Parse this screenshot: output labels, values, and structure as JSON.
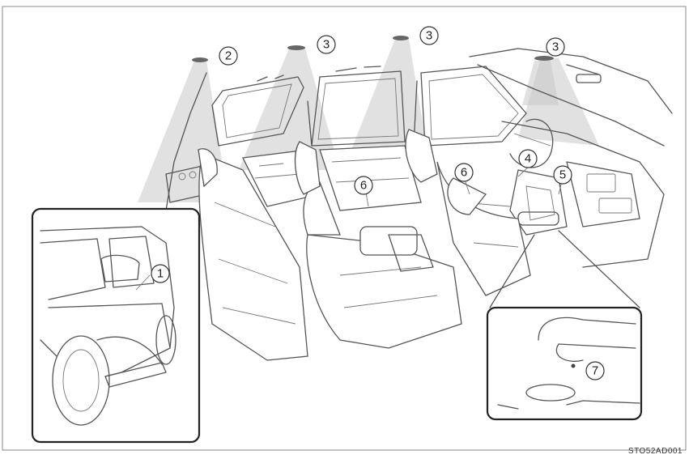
{
  "diagram": {
    "callouts": [
      {
        "id": "c1",
        "label": "1"
      },
      {
        "id": "c2",
        "label": "2"
      },
      {
        "id": "c3a",
        "label": "3"
      },
      {
        "id": "c3b",
        "label": "3"
      },
      {
        "id": "c3c",
        "label": "3"
      },
      {
        "id": "c4",
        "label": "4"
      },
      {
        "id": "c5",
        "label": "5"
      },
      {
        "id": "c6a",
        "label": "6"
      },
      {
        "id": "c6b",
        "label": "6"
      },
      {
        "id": "c7",
        "label": "7"
      }
    ],
    "figure_code": "STO52AD001"
  }
}
